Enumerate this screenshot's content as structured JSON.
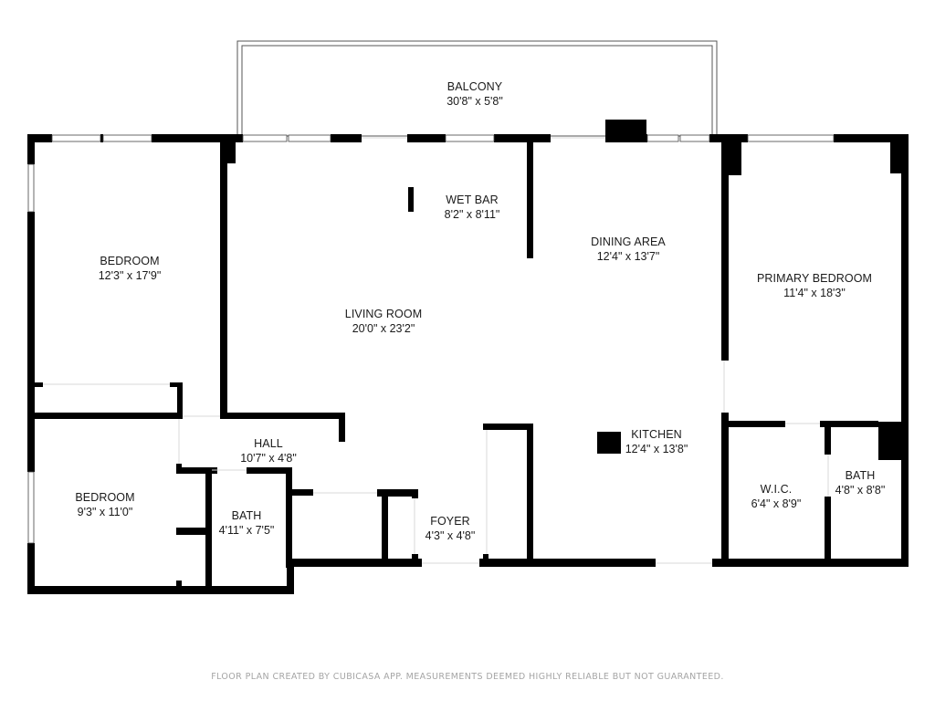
{
  "plan": {
    "type": "floor-plan",
    "rooms": [
      {
        "id": "balcony",
        "name": "BALCONY",
        "dimensions": "30'8\" x 5'8\""
      },
      {
        "id": "bedroom-1",
        "name": "BEDROOM",
        "dimensions": "12'3\" x 17'9\""
      },
      {
        "id": "wet-bar",
        "name": "WET BAR",
        "dimensions": "8'2\" x 8'11\""
      },
      {
        "id": "dining-area",
        "name": "DINING AREA",
        "dimensions": "12'4\" x 13'7\""
      },
      {
        "id": "primary-bedroom",
        "name": "PRIMARY BEDROOM",
        "dimensions": "11'4\" x 18'3\""
      },
      {
        "id": "living-room",
        "name": "LIVING ROOM",
        "dimensions": "20'0\" x 23'2\""
      },
      {
        "id": "hall",
        "name": "HALL",
        "dimensions": "10'7\" x 4'8\""
      },
      {
        "id": "kitchen",
        "name": "KITCHEN",
        "dimensions": "12'4\" x 13'8\""
      },
      {
        "id": "bedroom-2",
        "name": "BEDROOM",
        "dimensions": "9'3\" x 11'0\""
      },
      {
        "id": "bath-1",
        "name": "BATH",
        "dimensions": "4'11\" x 7'5\""
      },
      {
        "id": "foyer",
        "name": "FOYER",
        "dimensions": "4'3\" x 4'8\""
      },
      {
        "id": "wic",
        "name": "W.I.C.",
        "dimensions": "6'4\" x 8'9\""
      },
      {
        "id": "bath-2",
        "name": "BATH",
        "dimensions": "4'8\" x 8'8\""
      }
    ],
    "colors": {
      "wall": "#000000",
      "background": "#ffffff",
      "label": "#1a1a1a",
      "footer": "#a5a5a5"
    }
  },
  "footer": {
    "disclaimer": "FLOOR PLAN CREATED BY CUBICASA APP. MEASUREMENTS DEEMED HIGHLY RELIABLE BUT NOT GUARANTEED."
  }
}
